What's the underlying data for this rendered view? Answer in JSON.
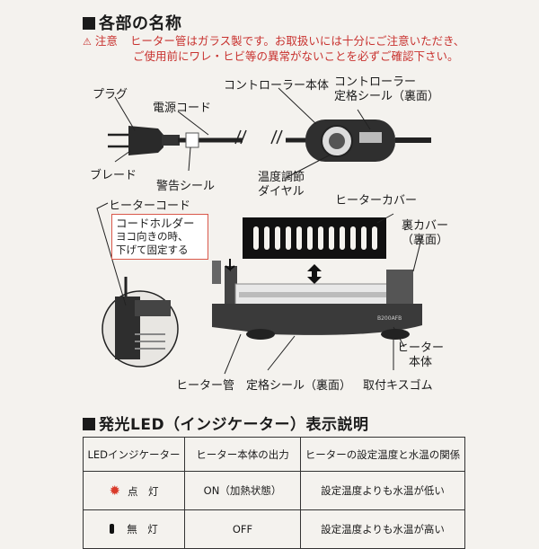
{
  "section1": {
    "title": "各部の名称",
    "warning_label": "注意",
    "warning_line1": "ヒーター管はガラス製です。お取扱いには十分にご注意いただき、",
    "warning_line2": "ご使用前にワレ・ヒビ等の異常がないことを必ずご確認下さい。"
  },
  "labels": {
    "plug": "プラグ",
    "power_cord": "電源コード",
    "controller_body": "コントローラー本体",
    "controller_seal_1": "コントローラー",
    "controller_seal_2": "定格シール（裏面）",
    "blade": "ブレード",
    "warning_seal": "警告シール",
    "temp_dial_1": "温度調節",
    "temp_dial_2": "ダイヤル",
    "heater_cord": "ヒーターコード",
    "heater_cover": "ヒーターカバー",
    "cord_holder_title": "コードホルダー",
    "cord_holder_line1": "ヨコ向きの時、",
    "cord_holder_line2": "下げて固定する",
    "back_cover_1": "裏カバー",
    "back_cover_2": "（裏面）",
    "heater_body_1": "ヒーター",
    "heater_body_2": "本体",
    "heater_tube": "ヒーター管",
    "rating_seal": "定格シール（裏面）",
    "suction_cup": "取付キスゴム"
  },
  "section2": {
    "title": "発光LED（インジケーター）表示説明",
    "headers": [
      "LEDインジケーター",
      "ヒーター本体の出力",
      "ヒーターの設定温度と水温の関係"
    ],
    "rows": [
      {
        "indicator": "点　灯",
        "output": "ON（加熱状態）",
        "relation": "設定温度よりも水温が低い"
      },
      {
        "indicator": "無　灯",
        "output": "OFF",
        "relation": "設定温度よりも水温が高い"
      }
    ]
  },
  "colors": {
    "warning_red": "#c8322f",
    "led_on": "#d93a2a",
    "ink": "#1b1b1b"
  }
}
